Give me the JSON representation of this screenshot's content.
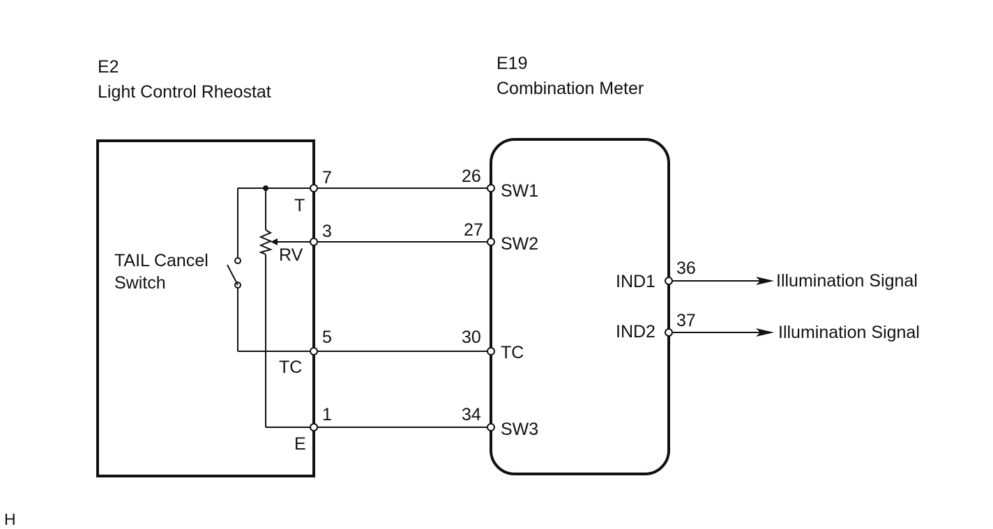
{
  "rheostat": {
    "code": "E2",
    "name": "Light Control Rheostat",
    "switch_label_1": "TAIL Cancel",
    "switch_label_2": "Switch",
    "pins": [
      {
        "num": "7",
        "name": "T"
      },
      {
        "num": "3",
        "name": "RV"
      },
      {
        "num": "5",
        "name": "TC"
      },
      {
        "num": "1",
        "name": "E"
      }
    ]
  },
  "meter": {
    "code": "E19",
    "name": "Combination Meter",
    "pins": [
      {
        "num": "26",
        "name": "SW1"
      },
      {
        "num": "27",
        "name": "SW2"
      },
      {
        "num": "30",
        "name": "TC"
      },
      {
        "num": "34",
        "name": "SW3"
      }
    ],
    "outputs": [
      {
        "name": "IND1",
        "num": "36",
        "signal": "Illumination Signal"
      },
      {
        "name": "IND2",
        "num": "37",
        "signal": "Illumination Signal"
      }
    ]
  },
  "corner_mark": "H"
}
